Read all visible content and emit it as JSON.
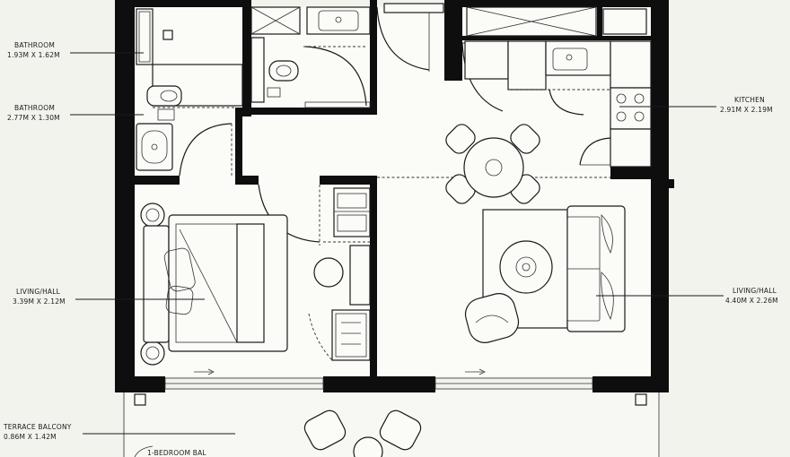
{
  "rooms": [
    {
      "id": "bathroom-1",
      "name": "BATHROOM",
      "size": "1.93M X 1.62M",
      "side": "left"
    },
    {
      "id": "bathroom-2",
      "name": "BATHROOM",
      "size": "2.77M X 1.30M",
      "side": "left"
    },
    {
      "id": "living-hall-left",
      "name": "LIVING/HALL",
      "size": "3.39M X 2.12M",
      "side": "left"
    },
    {
      "id": "terrace-balcony",
      "name": "TERRACE BALCONY",
      "size": "0.86M X 1.42M",
      "side": "left"
    },
    {
      "id": "kitchen",
      "name": "KITCHEN",
      "size": "2.91M X 2.19M",
      "side": "right"
    },
    {
      "id": "living-hall-right",
      "name": "LIVING/HALL",
      "size": "4.40M X 2.26M",
      "side": "right"
    }
  ],
  "bottom_caption": "1-BEDROOM BAL",
  "colors": {
    "wall": "#0e0e0e",
    "line": "#1a1a1a",
    "background": "#f3f3ee",
    "furniture": "#fbfbf8"
  }
}
